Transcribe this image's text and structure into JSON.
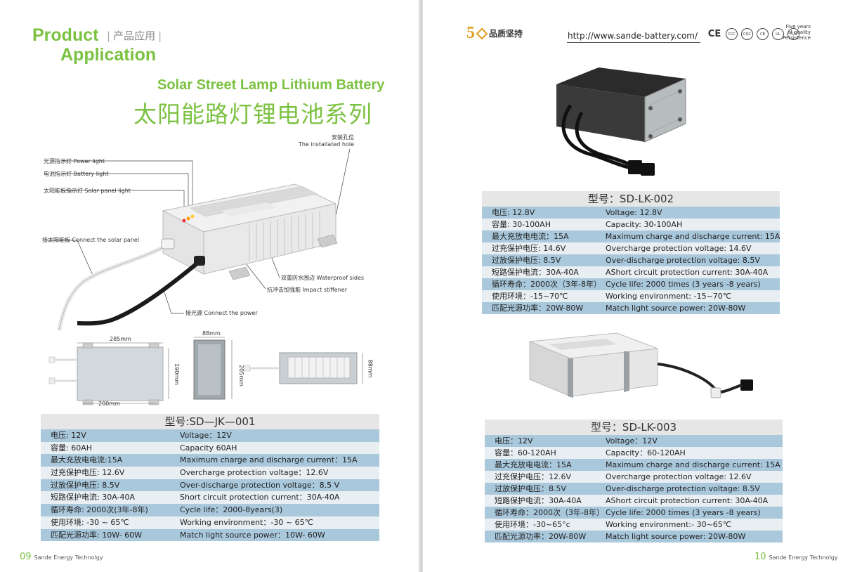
{
  "left": {
    "header": {
      "product": "Product",
      "product_cn": "产品应用",
      "application": "Application"
    },
    "series_en": "Solar Street Lamp Lithium Battery",
    "series_cn": "太阳能路灯锂电池系列",
    "callouts": {
      "power_light": "光源指示灯 Power light",
      "battery_light": "电池指示灯 Battery light",
      "solar_panel_light": "太阳能板指示灯 Solar panel light",
      "installed_hole_cn": "安装孔位",
      "installed_hole_en": "The installated hole",
      "connect_solar": "接太阳能板 Connect the solar panel",
      "waterproof": "双重防水围边 Waterproof sides",
      "stiffener": "抗冲击加强筋 Impact stiffener",
      "connect_power": "接光源 Connect the power"
    },
    "dims": {
      "w285": "285mm",
      "w200": "200mm",
      "h190": "190mm",
      "d88": "88mm",
      "h205": "205mm",
      "s88": "88mm"
    },
    "spec": {
      "model": "型号:SD—JK—001",
      "rows": [
        [
          "电压: 12V",
          "Voltage：12V"
        ],
        [
          "容量: 60AH",
          "Capacity 60AH"
        ],
        [
          "最大充放电电流:15A",
          "Maximum charge and discharge current：15A"
        ],
        [
          "过充保护电压: 12.6V",
          "Overcharge protection voltage：12.6V"
        ],
        [
          "过放保护电压: 8.5V",
          "Over-discharge protection voltage：8.5 V"
        ],
        [
          "短路保护电流: 30A-40A",
          "Short circuit protection current：30A-40A"
        ],
        [
          "循环寿命: 2000次(3年-8年)",
          "Cycle life：2000-8years(3)"
        ],
        [
          "使用环境: -30 ~ 65℃",
          "Working environment：-30 ~ 65℃"
        ],
        [
          "匹配光源功率: 10W- 60W",
          "Match light source power：10W- 60W"
        ]
      ]
    },
    "footer": {
      "page": "09",
      "company": "Sande Energy Technolgy"
    }
  },
  "right": {
    "logo": {
      "number": "5",
      "text": "品质坚持"
    },
    "url": "http://www.sande-battery.com/",
    "certs": [
      "CE",
      "CCC",
      "CQC",
      "CB",
      "UL",
      "TUV"
    ],
    "persistence": [
      "Five years",
      "of quality",
      "Persistence"
    ],
    "spec1": {
      "model": "型号：SD-LK-002",
      "rows": [
        [
          "电压: 12.8V",
          "Voltage: 12.8V"
        ],
        [
          "容量: 30-100AH",
          "Capacity: 30-100AH"
        ],
        [
          "最大充放电电流：15A",
          "Maximum charge and discharge current: 15A"
        ],
        [
          "过充保护电压: 14.6V",
          "Overcharge protection voltage: 14.6V"
        ],
        [
          "过放保护电压: 8.5V",
          "Over-discharge protection voltage: 8.5V"
        ],
        [
          "短路保护电流：30A-40A",
          "AShort circuit protection current: 30A-40A"
        ],
        [
          "循环寿命：2000次（3年-8年）",
          "Cycle life: 2000 times (3 years -8 years)"
        ],
        [
          "使用环境：-15~70℃",
          "Working environment: -15~70℃"
        ],
        [
          "匹配光源功率：20W-80W",
          "Match light source power: 20W-80W"
        ]
      ]
    },
    "spec2": {
      "model": "型号：SD-LK-003",
      "rows": [
        [
          "电压：12V",
          "Voltage：12V"
        ],
        [
          "容量：60-120AH",
          "Capacity：60-120AH"
        ],
        [
          "最大充放电电流：15A",
          "Maximum charge and discharge current: 15A"
        ],
        [
          "过充保护电压：12.6V",
          "Overcharge protection voltage: 12.6V"
        ],
        [
          "过放保护电压：8.5V",
          "Over-discharge protection voltage: 8.5V"
        ],
        [
          "短路保护电流：30A-40A",
          "AShort circuit protection current: 30A-40A"
        ],
        [
          "循环寿命：2000次（3年-8年）",
          "Cycle life: 2000 times (3 years -8 years)"
        ],
        [
          "使用环境：-30~65°c",
          "Working environment:- 30~65℃"
        ],
        [
          "匹配光源功率：20W-80W",
          "Match light source power: 20W-80W"
        ]
      ]
    },
    "footer": {
      "page": "10",
      "company": "Sande Energy Technolgy"
    }
  }
}
